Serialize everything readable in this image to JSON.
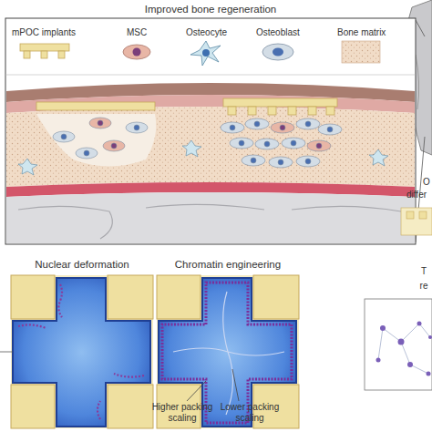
{
  "diagram": {
    "nodes": [
      {
        "text": [
          "Improved bone regeneration"
        ]
      },
      {
        "text": [
          "Nuclear deformation"
        ]
      },
      {
        "text": [
          "Chromatin engineering"
        ]
      }
    ],
    "labels": [
      "Higher packing scaling",
      "Lower packing scaling",
      "O",
      "differ",
      "T",
      "re"
    ],
    "legend": [
      {
        "text": "mPOC implants"
      },
      {
        "text": "MSC"
      },
      {
        "text": "Osteocyte"
      },
      {
        "text": "Osteoblast"
      },
      {
        "text": "Bone matrix"
      }
    ]
  }
}
